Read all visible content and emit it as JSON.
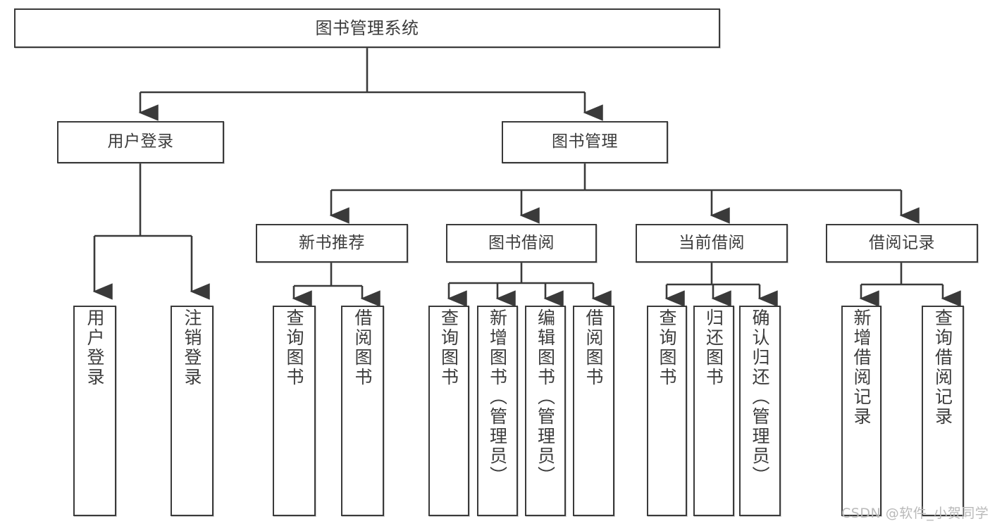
{
  "diagram": {
    "type": "tree-hierarchy-chart",
    "title": "图书管理系统",
    "watermark": "CSDN @软件_小贺同学",
    "colors": {
      "background": "#ffffff",
      "node_border": "#3a3a3a",
      "node_fill": "#ffffff",
      "text": "#3c3c3c",
      "edge": "#3a3a3a",
      "watermark": "#b9b9b9"
    },
    "levels": {
      "root": {
        "label": "图书管理系统"
      },
      "level2": [
        {
          "label": "用户登录"
        },
        {
          "label": "图书管理"
        }
      ],
      "level3": [
        {
          "label": "新书推荐"
        },
        {
          "label": "图书借阅"
        },
        {
          "label": "当前借阅"
        },
        {
          "label": "借阅记录"
        }
      ],
      "leaves": [
        {
          "label": "用户登录",
          "parent": "用户登录"
        },
        {
          "label": "注销登录",
          "parent": "用户登录"
        },
        {
          "label": "查询图书",
          "parent": "新书推荐"
        },
        {
          "label": "借阅图书",
          "parent": "新书推荐"
        },
        {
          "label": "查询图书",
          "parent": "图书借阅"
        },
        {
          "label": "新增图书（管理员）",
          "parent": "图书借阅"
        },
        {
          "label": "编辑图书（管理员）",
          "parent": "图书借阅"
        },
        {
          "label": "借阅图书",
          "parent": "图书借阅"
        },
        {
          "label": "查询图书",
          "parent": "当前借阅"
        },
        {
          "label": "归还图书",
          "parent": "当前借阅"
        },
        {
          "label": "确认归还（管理员）",
          "parent": "当前借阅"
        },
        {
          "label": "新增借阅记录",
          "parent": "借阅记录"
        },
        {
          "label": "查询借阅记录",
          "parent": "借阅记录"
        }
      ]
    }
  }
}
